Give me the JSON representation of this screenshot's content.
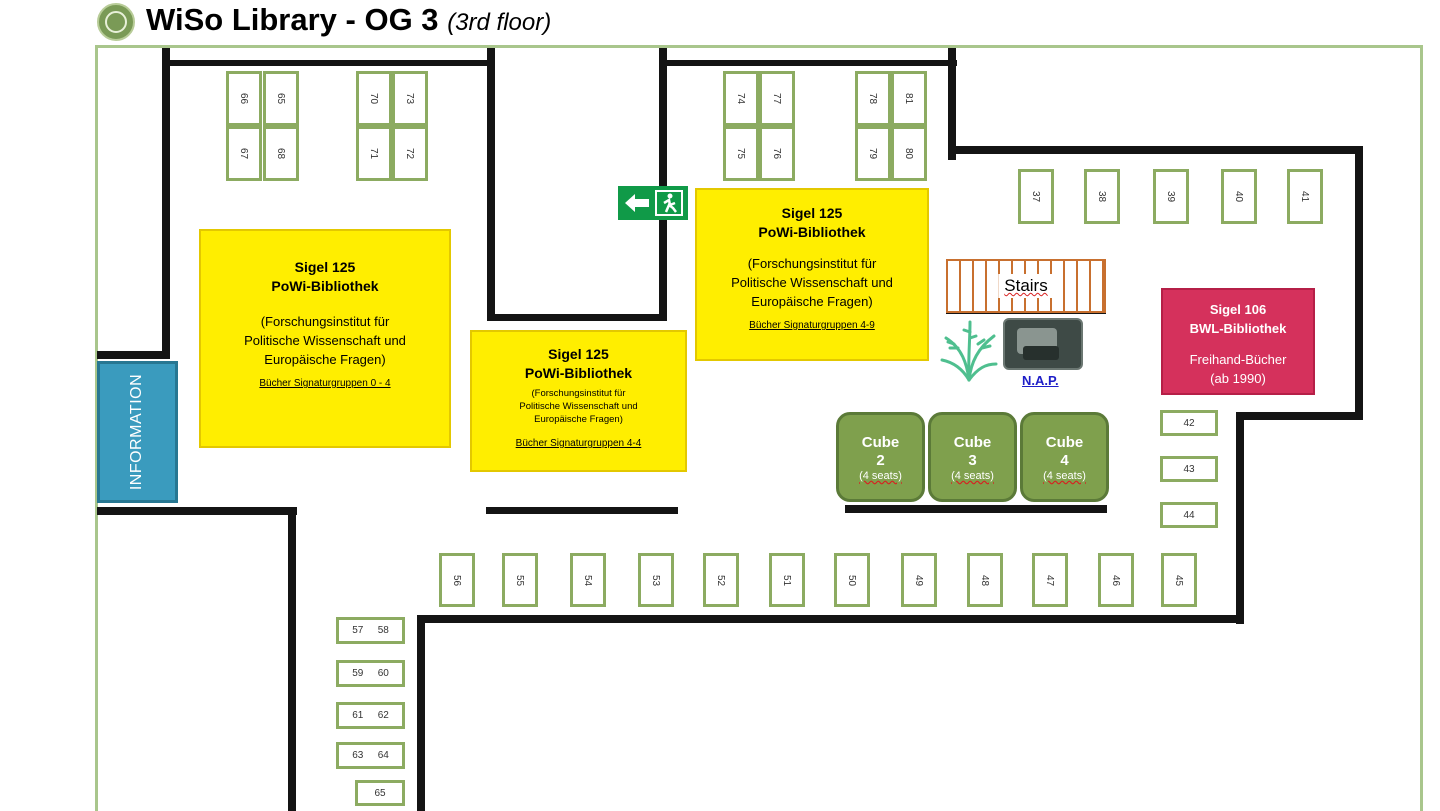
{
  "header": {
    "title": "WiSo Library - OG 3",
    "subtitle": "(3rd floor)",
    "logo_icon": "university-seal-icon"
  },
  "colors": {
    "frame": "#a9c68c",
    "desk_border": "#8cab61",
    "yellow_area": "#ffee00",
    "red_area": "#d5315c",
    "info": "#3a9bbe",
    "cube": "#7fa04d",
    "exit": "#109a48",
    "stairs": "#c8702f"
  },
  "areas": {
    "powi_left": {
      "title": "Sigel 125",
      "name": "PoWi-Bibliothek",
      "desc1": "(Forschungsinstitut für",
      "desc2": "Politische Wissenschaft und",
      "desc3": "Europäische Fragen)",
      "link": "Bücher Signaturgruppen 0 - 4"
    },
    "powi_mid": {
      "title": "Sigel 125",
      "name": "PoWi-Bibliothek",
      "desc1": "(Forschungsinstitut für",
      "desc2": "Politische Wissenschaft und",
      "desc3": "Europäische Fragen)",
      "link": "Bücher Signaturgruppen 4-4"
    },
    "powi_right": {
      "title": "Sigel 125",
      "name": "PoWi-Bibliothek",
      "desc1": "(Forschungsinstitut für",
      "desc2": "Politische Wissenschaft und",
      "desc3": "Europäische Fragen)",
      "link": "Bücher Signaturgruppen 4-9"
    },
    "bwl": {
      "title": "Sigel 106",
      "name": "BWL-Bibliothek",
      "desc1": "Freihand-Bücher",
      "desc2": "(ab 1990)"
    }
  },
  "information": {
    "label": "INFORMATION"
  },
  "stairs": {
    "label": "Stairs"
  },
  "nap": {
    "label": "N.A.P.",
    "icon": "nap-pod-icon",
    "plant_icon": "palm-plant-icon"
  },
  "exit_sign": {
    "icon": "emergency-exit-icon"
  },
  "cubes": [
    {
      "title": "Cube",
      "number": "2",
      "seats": "(4 seats)"
    },
    {
      "title": "Cube",
      "number": "3",
      "seats": "(4 seats)"
    },
    {
      "title": "Cube",
      "number": "4",
      "seats": "(4 seats)"
    }
  ],
  "desks": {
    "top_left": [
      "66",
      "65",
      "67",
      "68"
    ],
    "top_mid": [
      "70",
      "73",
      "71",
      "72"
    ],
    "top_right_a": [
      "74",
      "77",
      "75",
      "76"
    ],
    "top_right_b": [
      "78",
      "81",
      "79",
      "80"
    ],
    "east_row": [
      "37",
      "38",
      "39",
      "40",
      "41"
    ],
    "right_column": [
      "42",
      "43",
      "44"
    ],
    "bottom_row": [
      "56",
      "55",
      "54",
      "53",
      "52",
      "51",
      "50",
      "49",
      "48",
      "47",
      "46",
      "45"
    ],
    "left_pairs": [
      [
        "57",
        "58"
      ],
      [
        "59",
        "60"
      ],
      [
        "61",
        "62"
      ],
      [
        "63",
        "64"
      ]
    ],
    "single": "65"
  }
}
